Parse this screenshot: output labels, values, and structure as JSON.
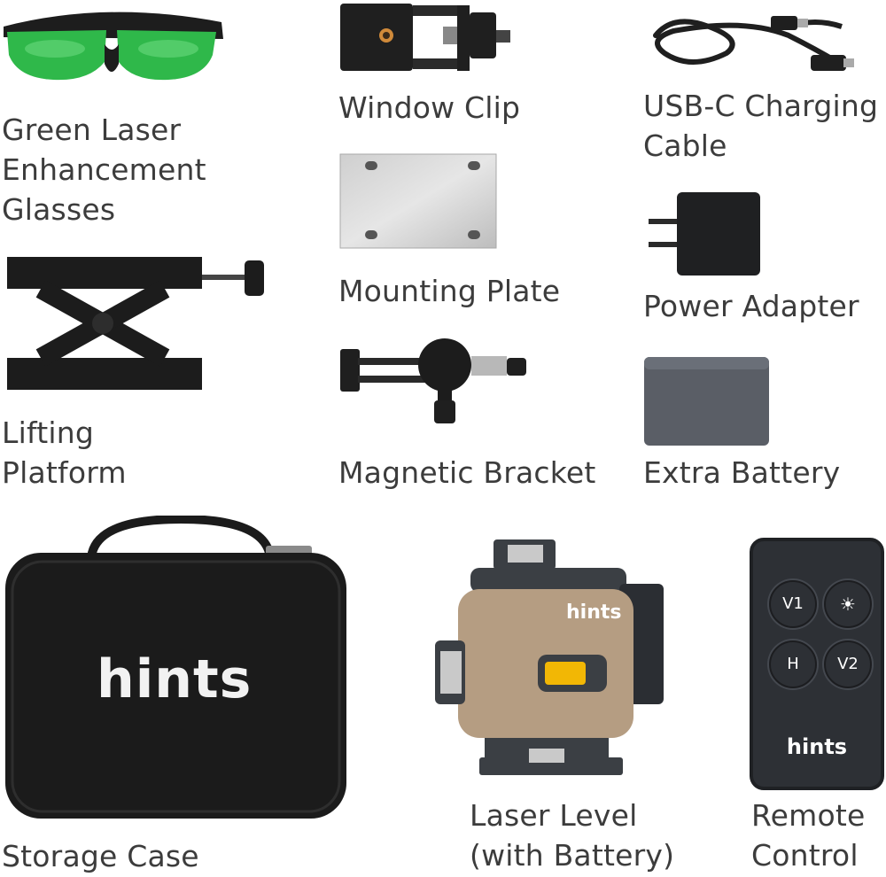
{
  "items": {
    "glasses": {
      "label": "Green Laser\nEnhancement\nGlasses"
    },
    "window_clip": {
      "label": "Window Clip"
    },
    "usb_cable": {
      "label": "USB-C Charging\nCable"
    },
    "mounting_plate": {
      "label": "Mounting Plate"
    },
    "power_adapter": {
      "label": "Power Adapter"
    },
    "lifting_platform": {
      "label": "Lifting\nPlatform"
    },
    "magnetic_bracket": {
      "label": "Magnetic Bracket"
    },
    "extra_battery": {
      "label": "Extra Battery"
    },
    "storage_case": {
      "label": "Storage Case",
      "brand": "hints"
    },
    "laser_level": {
      "label": "Laser Level\n(with Battery)",
      "brand": "hints"
    },
    "remote_control": {
      "label": "Remote\nControl",
      "brand": "hints",
      "buttons": [
        "V1",
        "☀",
        "H",
        "V2"
      ]
    }
  },
  "colors": {
    "lens_green": "#2fb84a",
    "device_tan": "#b59d82",
    "device_dark": "#3b3f44",
    "switch_yellow": "#f2b705",
    "case_black": "#1b1b1b",
    "battery_gray": "#5a5e66"
  }
}
